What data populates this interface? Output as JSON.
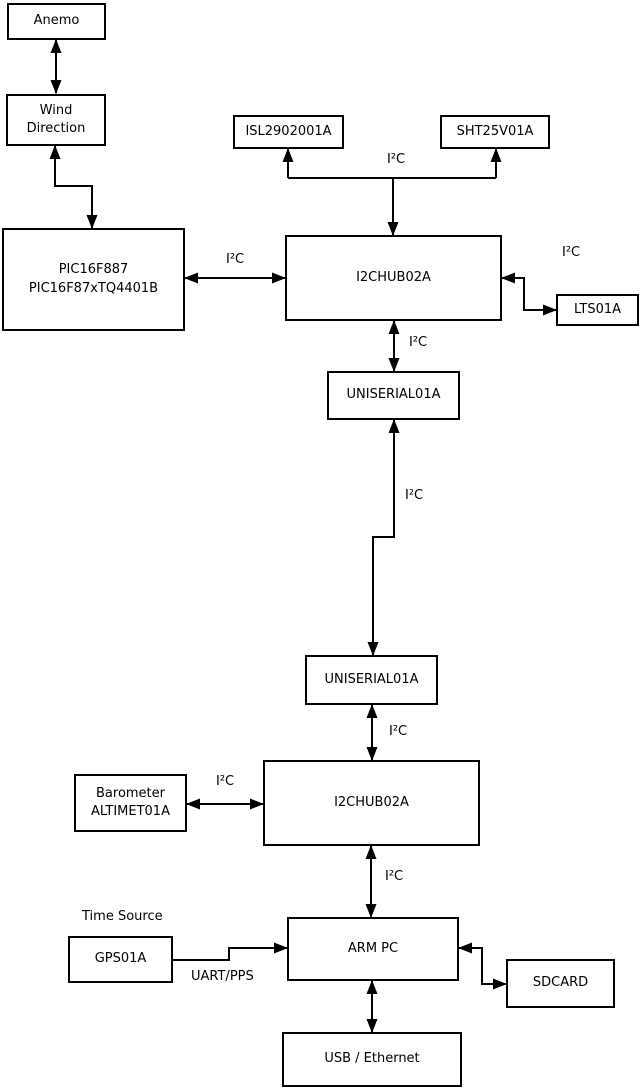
{
  "nodes": {
    "anemo": {
      "label": "Anemo"
    },
    "wind_direction": {
      "label": "Wind\nDirection"
    },
    "pic": {
      "label": "PIC16F887\nPIC16F87xTQ4401B"
    },
    "isl2902001a": {
      "label": "ISL2902001A"
    },
    "sht25v01a": {
      "label": "SHT25V01A"
    },
    "i2chub_upper": {
      "label": "I2CHUB02A"
    },
    "lts01a": {
      "label": "LTS01A"
    },
    "uniserial_upper": {
      "label": "UNISERIAL01A"
    },
    "uniserial_lower": {
      "label": "UNISERIAL01A"
    },
    "i2chub_lower": {
      "label": "I2CHUB02A"
    },
    "barometer": {
      "label": "Barometer\nALTIMET01A"
    },
    "gps01a": {
      "label": "GPS01A"
    },
    "arm_pc": {
      "label": "ARM PC"
    },
    "sdcard": {
      "label": "SDCARD"
    },
    "usb_ethernet": {
      "label": "USB / Ethernet"
    }
  },
  "labels": {
    "i2c": "I²C",
    "time_source": "Time Source",
    "uart_pps": "UART/PPS"
  },
  "colors": {
    "background": "#ffffff",
    "line": "#000000",
    "box_border": "#000000",
    "box_fill": "#ffffff",
    "text": "#000000"
  }
}
